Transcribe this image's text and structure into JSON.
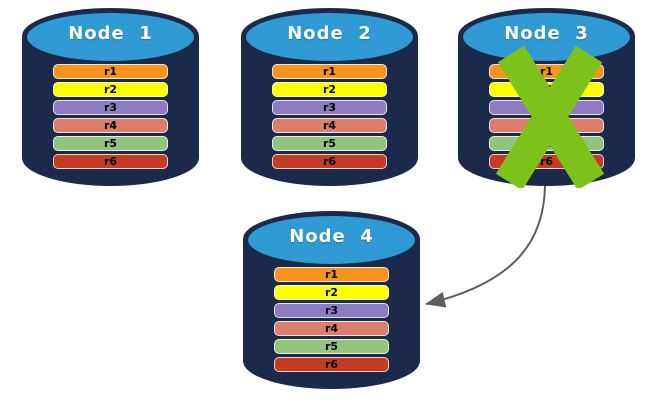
{
  "diagram": {
    "description": "Database replication failover diagram: four database nodes each holding replicas r1-r6; Node 3 is failed (crossed out) and its data is redirected to Node 4",
    "nodes": [
      {
        "label": "Node  1",
        "failed": false
      },
      {
        "label": "Node  2",
        "failed": false
      },
      {
        "label": "Node  3",
        "failed": true
      },
      {
        "label": "Node  4",
        "failed": false
      }
    ],
    "partitions": [
      {
        "label": "r1",
        "color": "#F7941E"
      },
      {
        "label": "r2",
        "color": "#FFFF00"
      },
      {
        "label": "r3",
        "color": "#8E7CC3"
      },
      {
        "label": "r4",
        "color": "#DB7E6B"
      },
      {
        "label": "r5",
        "color": "#93C47E"
      },
      {
        "label": "r6",
        "color": "#C63C22"
      }
    ],
    "colors": {
      "cylinder_body": "#1B2A4B",
      "cylinder_top": "#2F9AD3",
      "failure_cross": "#7CC21A",
      "arrow": "#5E5E5E"
    }
  }
}
